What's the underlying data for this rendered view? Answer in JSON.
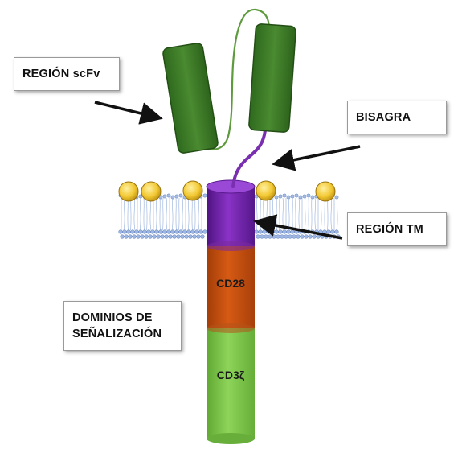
{
  "labels": {
    "scfv": "REGIÓN scFv",
    "bisagra": "BISAGRA",
    "tm": "REGIÓN TM",
    "dominios_line1": "DOMINIOS DE",
    "dominios_line2": "SEÑALIZACIÓN"
  },
  "segments": {
    "cd28": "CD28",
    "cd3z": "CD3ζ"
  },
  "colors": {
    "scfv_green": "#3f7f2a",
    "hinge_purple": "#7a2fb0",
    "tm_purple": "#7b22b8",
    "cd28_orange": "#c8500f",
    "cd3z_green": "#7ec84a",
    "lipid_head": "#f2c832",
    "membrane_blue": "#6f8fc7"
  }
}
